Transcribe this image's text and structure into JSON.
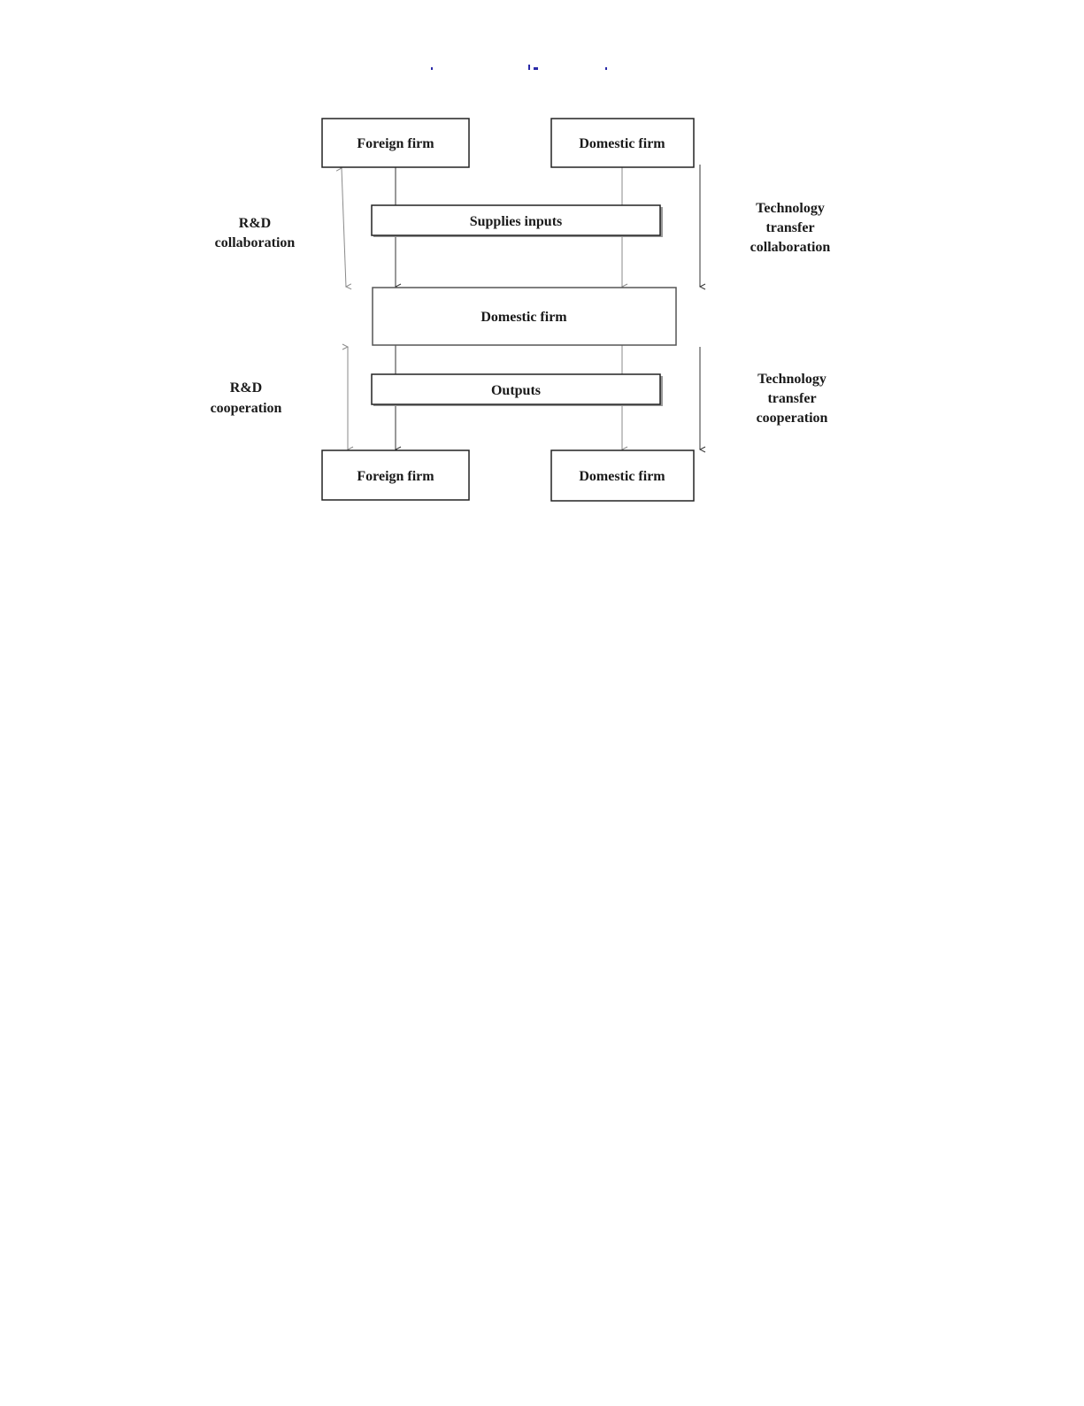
{
  "boxes": {
    "top_foreign": "Foreign firm",
    "top_domestic": "Domestic firm",
    "supplies": "Supplies inputs",
    "middle_domestic": "Domestic firm",
    "outputs": "Outputs",
    "bottom_foreign": "Foreign firm",
    "bottom_domestic": "Domestic firm"
  },
  "side_labels": {
    "rd_collaboration": [
      "R&D",
      "collaboration"
    ],
    "rd_cooperation": [
      "R&D",
      "cooperation"
    ],
    "tt_collaboration": [
      "Technology",
      "transfer",
      "collaboration"
    ],
    "tt_cooperation": [
      "Technology",
      "transfer",
      "cooperation"
    ]
  },
  "colors": {
    "ink": "#1a1a1a",
    "box_border": "#222222",
    "connector_dark": "#333333",
    "connector_light": "#8a8a8a",
    "top_residue": "#2a2aa8"
  }
}
